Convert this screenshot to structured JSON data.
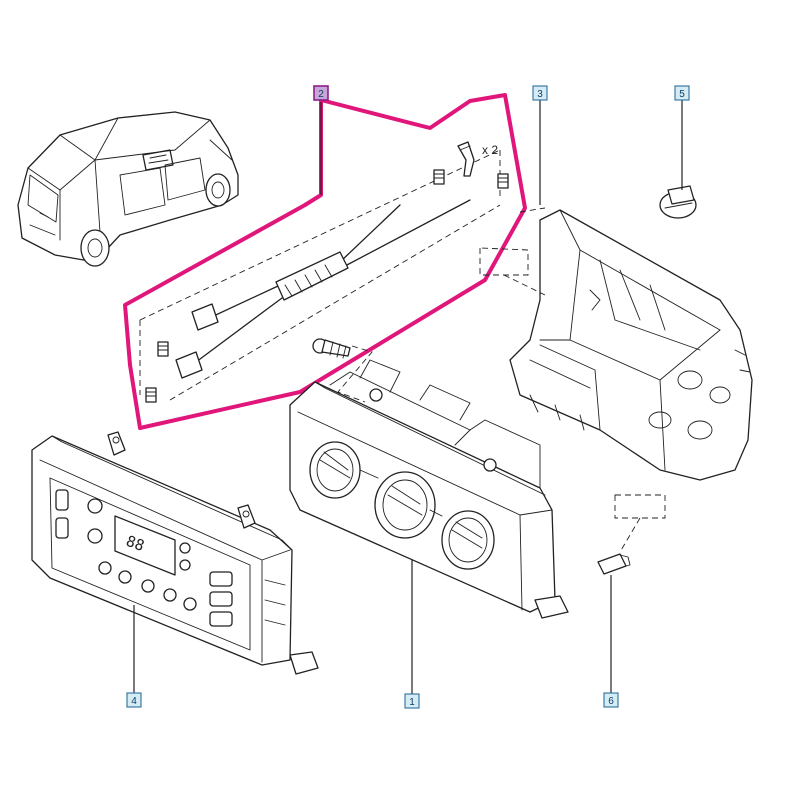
{
  "callouts": [
    {
      "id": "1",
      "label": "1"
    },
    {
      "id": "2",
      "label": "2"
    },
    {
      "id": "3",
      "label": "3"
    },
    {
      "id": "4",
      "label": "4"
    },
    {
      "id": "5",
      "label": "5"
    },
    {
      "id": "6",
      "label": "6"
    }
  ],
  "annotations": {
    "clip_quantity": "x 2",
    "display_digits": "88"
  },
  "colors": {
    "highlight": "#e0167a",
    "callout_fill": "#d6ecf5",
    "callout_border": "#2b6f9e",
    "line_art": "#222222"
  }
}
